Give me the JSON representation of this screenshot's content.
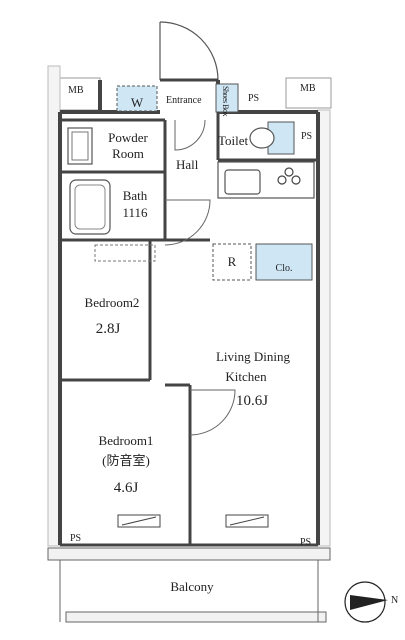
{
  "plan": {
    "rooms": {
      "entrance": "Entrance",
      "shoes_box": "Shoes Box",
      "powder_room_line1": "Powder",
      "powder_room_line2": "Room",
      "washer": "W",
      "toilet": "Toilet",
      "hall": "Hall",
      "bath": "Bath",
      "bath_size": "1116",
      "bedroom2": "Bedroom2",
      "bedroom2_size": "2.8J",
      "ldk_line1": "Living Dining",
      "ldk_line2": "Kitchen",
      "ldk_size": "10.6J",
      "bedroom1": "Bedroom1",
      "bedroom1_note": "(防音室)",
      "bedroom1_size": "4.6J",
      "refrigerator": "R",
      "closet": "Clo.",
      "balcony": "Balcony"
    },
    "shafts": {
      "mb_left": "MB",
      "mb_right": "MB",
      "ps_entrance": "PS",
      "ps_toilet": "PS",
      "ps_bottom_left": "PS",
      "ps_bottom_right": "PS"
    },
    "compass": "N"
  },
  "colors": {
    "wall": "#444444",
    "fixture_blue": "#cfe6f5",
    "line": "#555555",
    "pale_wall": "#d9d9d9"
  }
}
